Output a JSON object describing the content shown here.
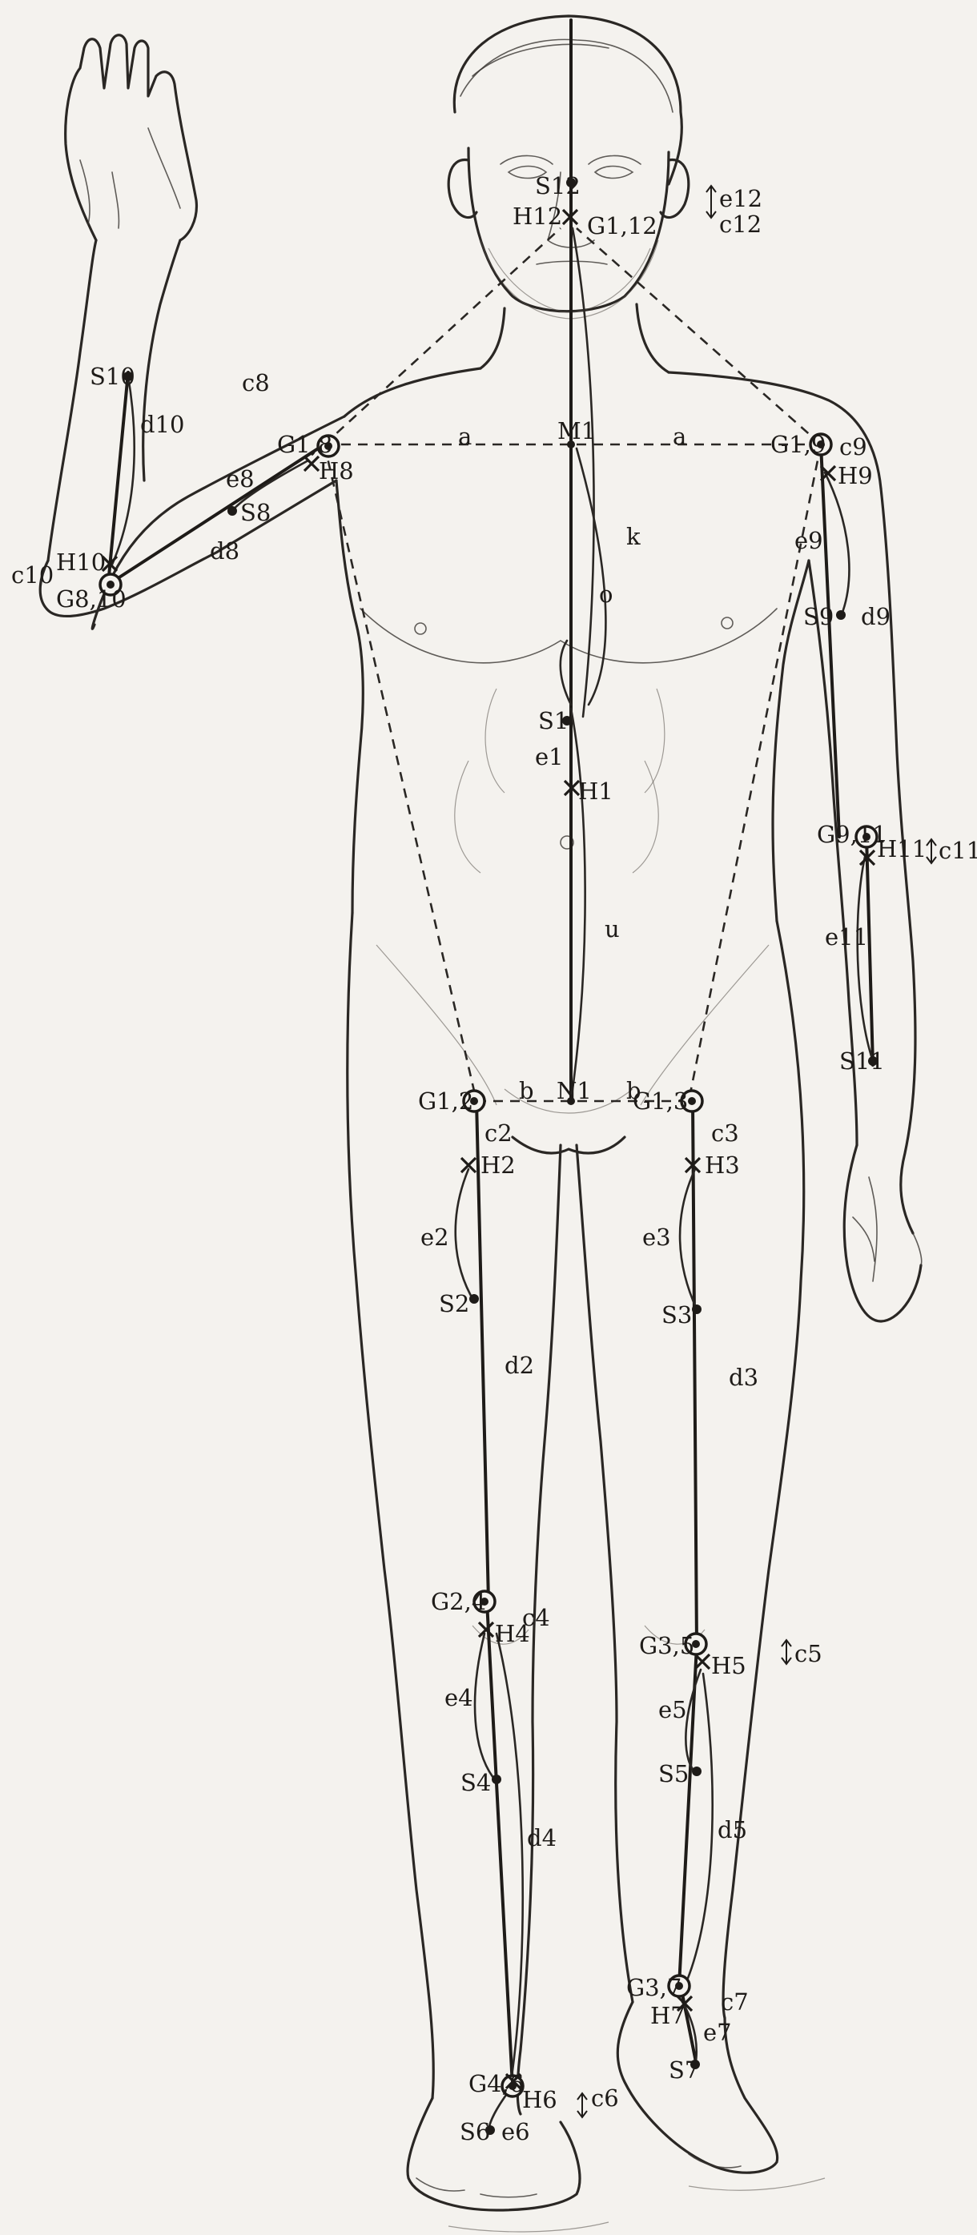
{
  "labels": {
    "S12": "S12",
    "H12": "H12",
    "G112": "G1,12",
    "e12": "e12",
    "c12": "c12",
    "S10": "S10",
    "c8": "c8",
    "G18": "G1,8",
    "H8": "H8",
    "a_left": "a",
    "M1": "M1",
    "a_right": "a",
    "G19": "G1,9",
    "c9": "c9",
    "H9": "H9",
    "d10": "d10",
    "e8": "e8",
    "S8": "S8",
    "d8": "d8",
    "k": "k",
    "e9": "e9",
    "c10": "c10",
    "H10": "H10",
    "G810": "G8,10",
    "o": "o",
    "S9": "S9",
    "d9": "d9",
    "S1": "S1",
    "e1": "e1",
    "H1": "H1",
    "G911": "G9,11",
    "H11": "H11",
    "c11": "c11",
    "u": "u",
    "e11": "e11",
    "S11": "S11",
    "G12": "G1,2",
    "b_left": "b",
    "N1": "N1",
    "b_right": "b",
    "G13": "G1,3",
    "c2": "c2",
    "c3": "c3",
    "H2": "H2",
    "H3": "H3",
    "e2": "e2",
    "e3": "e3",
    "S2": "S2",
    "S3": "S3",
    "d2": "d2",
    "d3": "d3",
    "G24": "G2,4",
    "c4": "c4",
    "H4": "H4",
    "G35": "G3,5",
    "H5": "H5",
    "c5": "c5",
    "e4": "e4",
    "e5": "e5",
    "S4": "S4",
    "S5": "S5",
    "d4": "d4",
    "d5": "d5",
    "G37": "G3,7",
    "c7": "c7",
    "H7": "H7",
    "e7": "e7",
    "S7": "S7",
    "G46": "G4,6",
    "H6": "H6",
    "c6": "c6",
    "S6": "S6",
    "e6": "e6"
  }
}
